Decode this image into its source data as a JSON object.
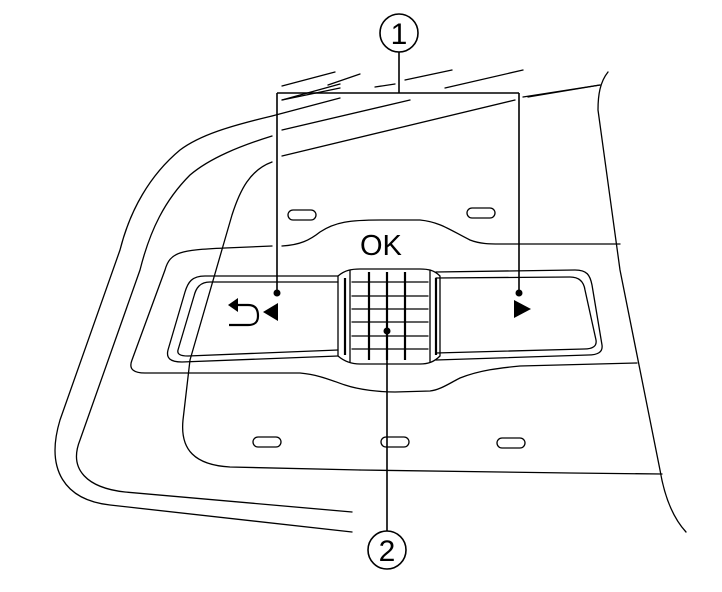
{
  "diagram": {
    "subject": "steering wheel switch",
    "label_ok": "OK",
    "callouts": [
      {
        "id": "1",
        "label": "1",
        "target": "left/right arrow switches"
      },
      {
        "id": "2",
        "label": "2",
        "target": "scroll dial"
      }
    ],
    "symbols": {
      "back": "back-arrow-icon",
      "left": "left-triangle-icon",
      "right": "right-triangle-icon"
    },
    "colors": {
      "line": "#000000",
      "background": "#ffffff"
    }
  }
}
